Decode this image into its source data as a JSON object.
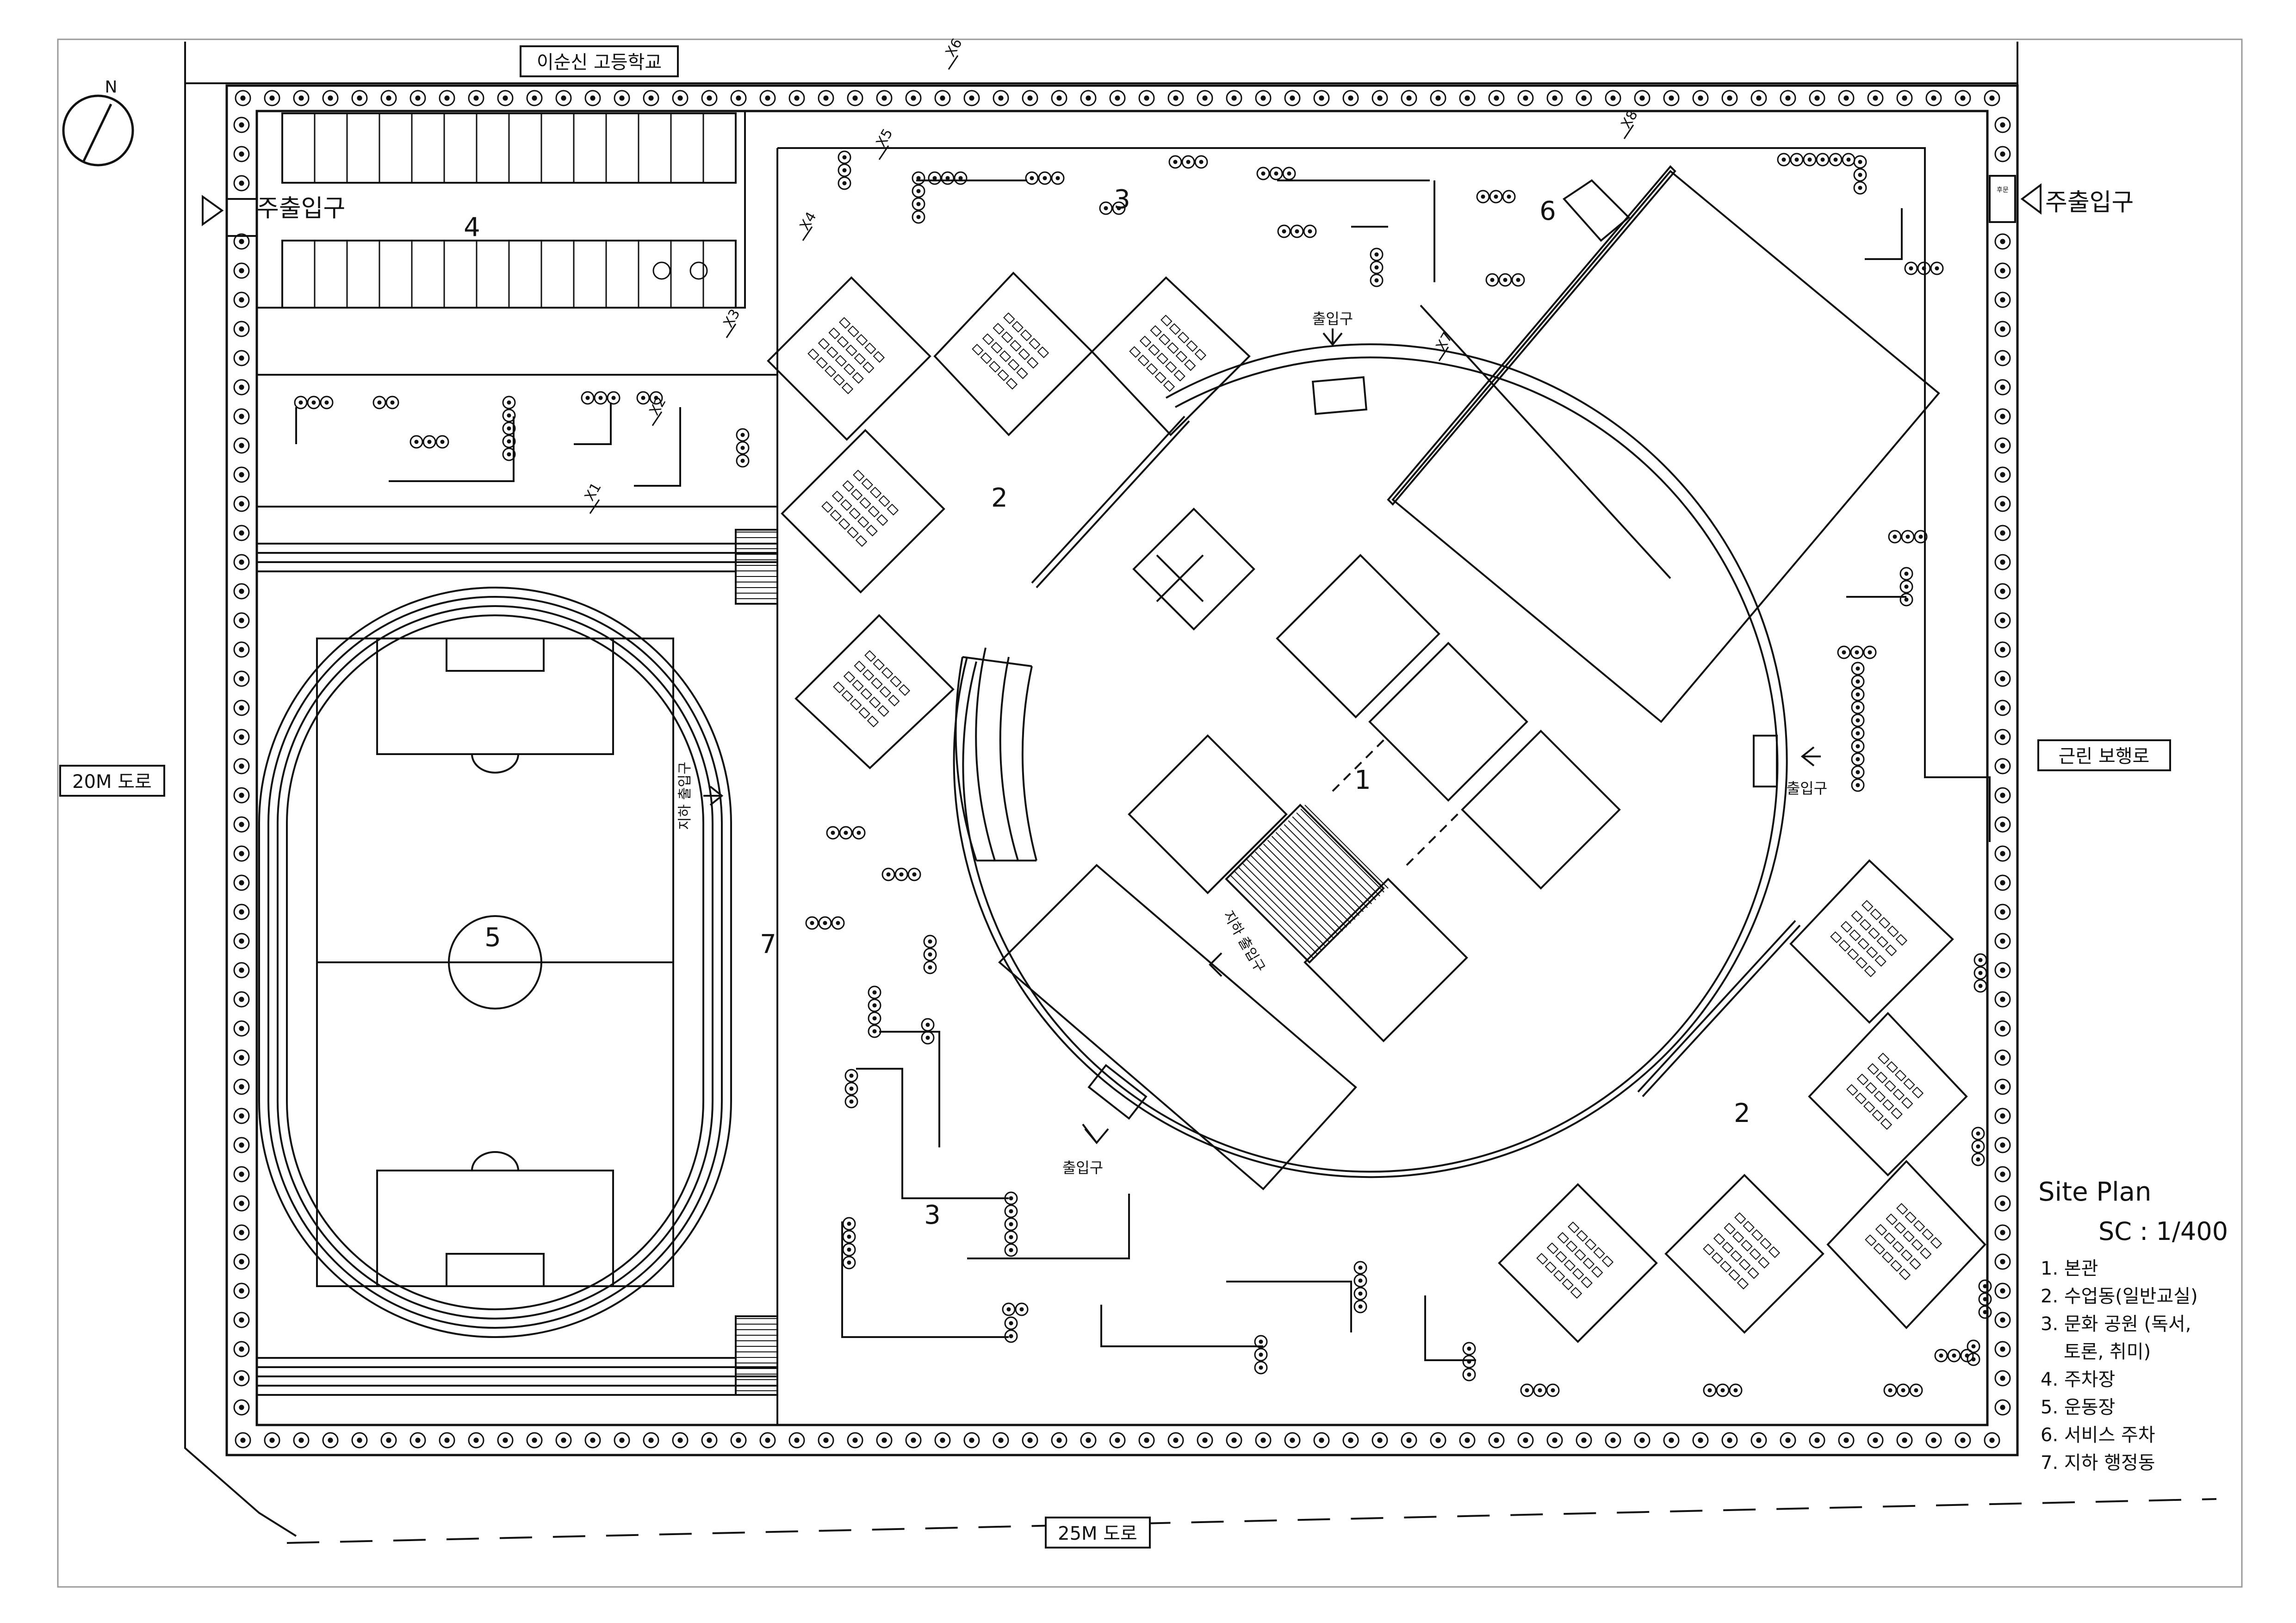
{
  "labels": {
    "north": "N",
    "school": "이순신 고등학교",
    "road_west": "20M 도로",
    "road_south": "25M 도로",
    "walkway": "근린 보행로",
    "main_entry_west": "주출입구",
    "main_entry_east": "주출입구",
    "entry_north": "출입구",
    "entry_east": "출입구",
    "entry_south": "출입구",
    "underground_entry": "지하 출입구",
    "service_tag": "후문"
  },
  "zones": {
    "z1": "1",
    "z2a": "2",
    "z2b": "2",
    "z3a": "3",
    "z3b": "3",
    "z4": "4",
    "z5": "5",
    "z6": "6",
    "z7": "7"
  },
  "sections": {
    "x1": "X1",
    "x2": "X2",
    "x3": "X3",
    "x4": "X4",
    "x5": "X5",
    "x6": "X6",
    "x7": "X7",
    "x8": "X8"
  },
  "legend": {
    "title": "Site Plan",
    "scale": "SC : 1/400",
    "items": [
      "1. 본관",
      "2. 수업동(일반교실)",
      "3. 문화 공원 (독서,",
      "토론, 취미)",
      "4. 주차장",
      "5. 운동장",
      "6. 서비스 주차",
      "7. 지하 행정동"
    ]
  },
  "colors": {
    "ink": "#111111",
    "paper": "#ffffff",
    "frame": "#9a9a9a"
  }
}
